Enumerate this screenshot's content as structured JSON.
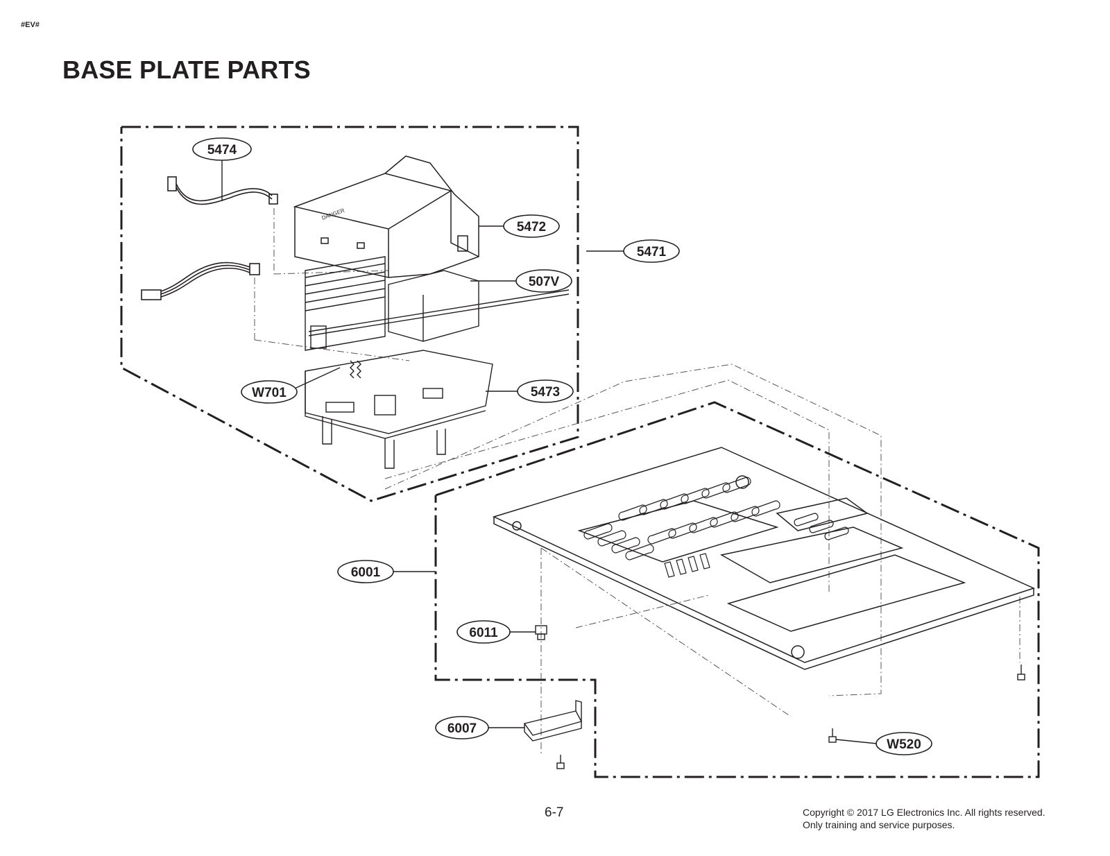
{
  "header": {
    "tag": "#EV#",
    "title": "BASE PLATE PARTS"
  },
  "callouts": {
    "c5474": "5474",
    "c5472": "5472",
    "c5471": "5471",
    "c507V": "507V",
    "cW701": "W701",
    "c5473": "5473",
    "c6001": "6001",
    "c6011": "6011",
    "c6007": "6007",
    "cW520": "W520"
  },
  "footer": {
    "page_number": "6-7",
    "copyright_line1": "Copyright © 2017 LG Electronics Inc. All rights reserved.",
    "copyright_line2": "Only training and service purposes."
  },
  "colors": {
    "ink": "#231f20",
    "paper": "#ffffff"
  }
}
